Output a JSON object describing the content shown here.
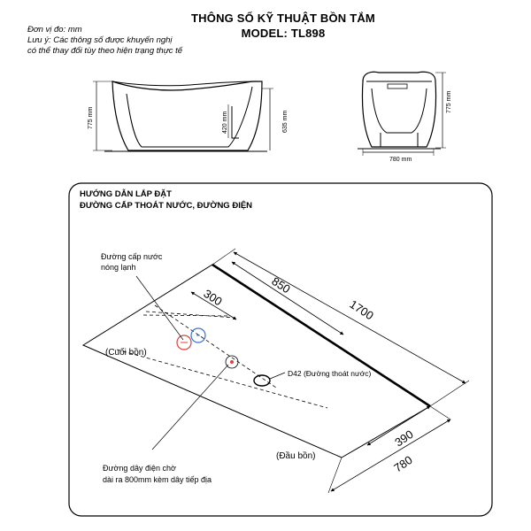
{
  "header": {
    "title": "THÔNG SỐ KỸ THUẬT BỒN TẮM",
    "model": "MODEL: TL898"
  },
  "notes": {
    "unit": "Đơn vị đo: mm",
    "caution_line1": "Lưu ý: Các thông số được khuyến nghị",
    "caution_line2": "có thể thay đổi tùy theo hiện trạng thực tế"
  },
  "side_view": {
    "height_total": "775 mm",
    "inner_height": "420 mm",
    "height_body": "635 mm"
  },
  "front_view": {
    "height_total": "775 mm",
    "width": "780 mm"
  },
  "install_panel": {
    "heading1": "HƯỚNG DẪN LẮP ĐẶT",
    "heading2": "ĐƯỜNG CẤP THOÁT NƯỚC, ĐƯỜNG ĐIỆN",
    "water_supply_line1": "Đường cấp nước",
    "water_supply_line2": "nóng lạnh",
    "tub_end_label": "(Cuối bồn)",
    "tub_head_label": "(Đầu bồn)",
    "drain_label": "D42 (Đường thoát nước)",
    "electric_line1": "Đường dây điện chờ",
    "electric_line2": "dài ra 800mm kèm dây tiếp địa",
    "dim_300": "300",
    "dim_850": "850",
    "dim_1700": "1700",
    "dim_390": "390",
    "dim_780": "780"
  },
  "colors": {
    "hot_circle": "#e0403a",
    "cold_circle": "#3a6fd8",
    "line": "#000000"
  }
}
